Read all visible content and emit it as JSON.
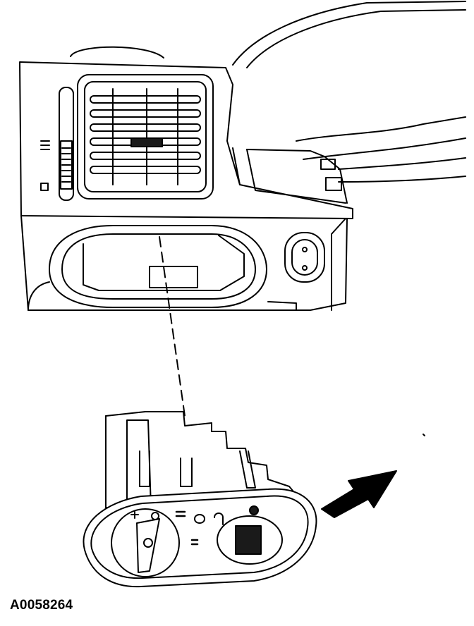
{
  "figure": {
    "caption": "A0058264",
    "colors": {
      "ink": "#000000",
      "paper": "#ffffff",
      "shade": "#1a1a1a"
    }
  },
  "parts": {
    "dash_panel": "instrument-panel-left-section",
    "vent": "air-vent-louver",
    "switch_opening": "headlamp-switch-opening",
    "switch": "headlamp-switch-assembly",
    "install_arrow": "installation-direction-arrow",
    "guide_line": "alignment-dashed-line"
  }
}
